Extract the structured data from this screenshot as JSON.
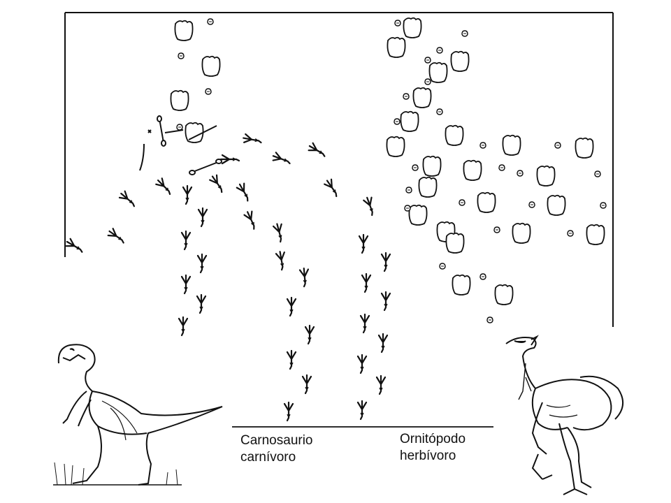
{
  "labels": {
    "carnosaur": {
      "line1": "Carnosaurio",
      "line2": "carnívoro"
    },
    "ornithopod": {
      "line1": "Ornitópodo",
      "line2": "herbívoro"
    }
  },
  "figures": {
    "left_dinosaur": "carnosaur-illustration",
    "right_dinosaur": "ornithopod-illustration"
  },
  "colors": {
    "ink": "#111111",
    "paper": "#ffffff"
  }
}
